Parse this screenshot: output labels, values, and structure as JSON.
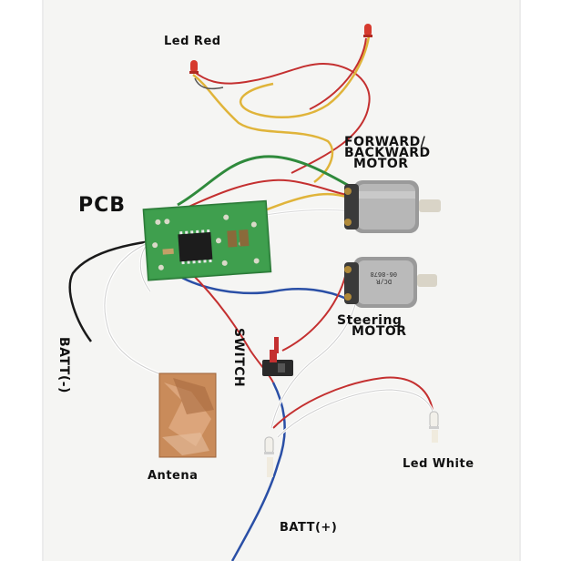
{
  "labels": {
    "led_red": "Led Red",
    "pcb": "PCB",
    "forward_backward_line1": "FORWARD/",
    "forward_backward_line2": "BACKWARD",
    "forward_backward_line3": "MOTOR",
    "steering_line1": "Steering",
    "steering_line2": "MOTOR",
    "switch": "SWITCH",
    "batt_neg": "BATT(-)",
    "antena": "Antena",
    "led_white": "Led White",
    "batt_pos": "BATT(+)"
  },
  "motor_markings": {
    "steering_motor_top": "06-8678",
    "steering_motor_bottom": "DC/R"
  },
  "colors": {
    "background": "#f6f6f4",
    "pcb_green": "#3a9a4a",
    "wire_red": "#c43030",
    "wire_yellow": "#e0b43a",
    "wire_green": "#2f8a3c",
    "wire_blue": "#2a4fa6",
    "wire_black": "#1a1a1a",
    "copper": "#c98b5a"
  }
}
